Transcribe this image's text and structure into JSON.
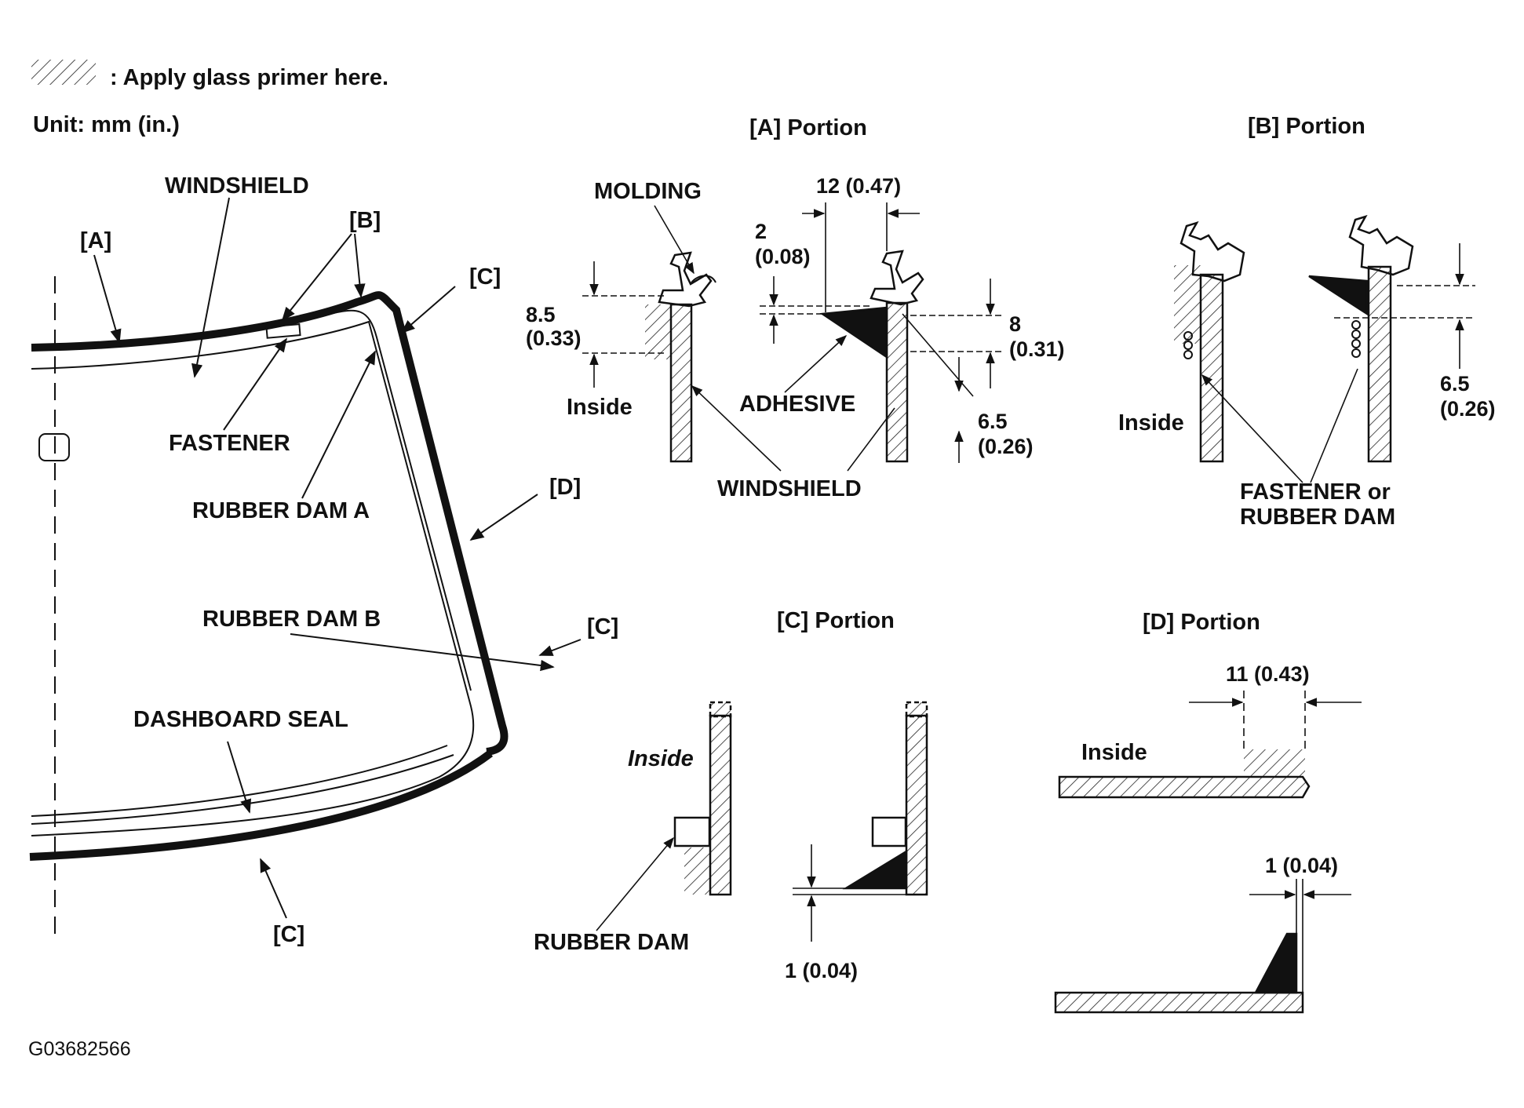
{
  "legend": {
    "primer_note": ": Apply glass primer here.",
    "unit": "Unit: mm (in.)"
  },
  "figure_id": "G03682566",
  "overview": {
    "windshield": "WINDSHIELD",
    "fastener": "FASTENER",
    "rubber_dam_a": "RUBBER DAM A",
    "rubber_dam_b": "RUBBER DAM B",
    "dashboard_seal": "DASHBOARD SEAL",
    "tag_a": "[A]",
    "tag_b": "[B]",
    "tag_c_top": "[C]",
    "tag_d": "[D]",
    "tag_c_mid": "[C]",
    "tag_c_bottom": "[C]"
  },
  "portion_a": {
    "heading": "[A] Portion",
    "molding": "MOLDING",
    "adhesive": "ADHESIVE",
    "windshield": "WINDSHIELD",
    "inside": "Inside",
    "dim_8_5": "8.5",
    "dim_8_5_in": "(0.33)",
    "dim_12": "12 (0.47)",
    "dim_2": "2",
    "dim_2_in": "(0.08)",
    "dim_8": "8",
    "dim_8_in": "(0.31)",
    "dim_6_5": "6.5",
    "dim_6_5_in": "(0.26)"
  },
  "portion_b": {
    "heading": "[B] Portion",
    "inside": "Inside",
    "fastener_line1": "FASTENER or",
    "fastener_line2": "RUBBER DAM",
    "dim_6_5": "6.5",
    "dim_6_5_in": "(0.26)"
  },
  "portion_c": {
    "heading": "[C] Portion",
    "inside": "Inside",
    "rubber_dam": "RUBBER DAM",
    "dim_1": "1 (0.04)"
  },
  "portion_d": {
    "heading": "[D] Portion",
    "inside": "Inside",
    "dim_11": "11 (0.43)",
    "dim_1": "1 (0.04)"
  }
}
